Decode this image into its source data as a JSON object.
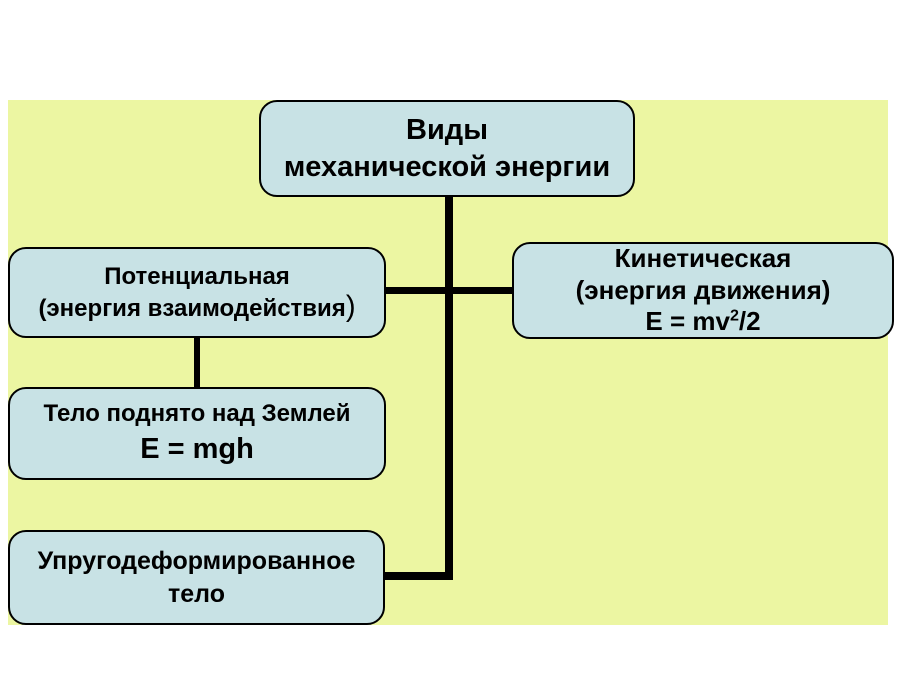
{
  "colors": {
    "canvas_bg": "#ffffff",
    "panel_bg": "#ecf6a2",
    "node_bg": "#c8e2e5",
    "node_border": "#000000",
    "connector": "#000000",
    "text": "#000000"
  },
  "diagram": {
    "title_node": {
      "lines": [
        "Виды",
        "механической энергии"
      ]
    },
    "potential_node": {
      "line1": "Потенциальная",
      "line2_text": "(энергия взаимодействия",
      "line2_paren": ")"
    },
    "kinetic_node": {
      "line1": "Кинетическая",
      "line2": "(энергия движения)",
      "formula_base": "E = mv",
      "formula_sup": "2",
      "formula_tail": "/2"
    },
    "raised_body_node": {
      "line1": "Тело поднято над Землей",
      "formula": "E = mgh"
    },
    "elastic_node": {
      "lines": [
        "Упругодеформированное",
        "тело"
      ]
    }
  }
}
